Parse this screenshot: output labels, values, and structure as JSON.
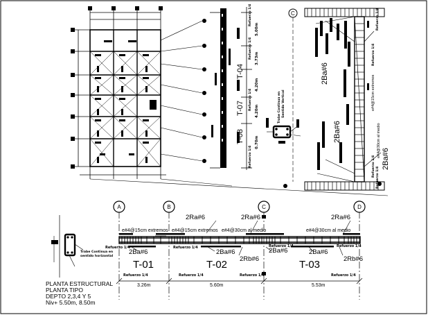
{
  "plan": {
    "title_lines": [
      "PLANTA ESTRUCTURAL",
      "PLANTA TIPO",
      "DEPTO 2,3,4 Y 5",
      "Niv+ 5.50m, 8.50m"
    ]
  },
  "grid": {
    "axes": [
      "A",
      "B",
      "C",
      "D"
    ],
    "spans": [
      "3.26m",
      "5.60m",
      "5.53m"
    ]
  },
  "beam": {
    "segments": [
      "T-01",
      "T-02",
      "T-03"
    ],
    "top_bars": [
      "2Ra#6",
      "2Ra#6",
      "2Ra#6"
    ],
    "bottom_bars": [
      "2Ba#6",
      "2Ba#6",
      "2Ba#6",
      "2Ba#6"
    ],
    "rb_labels": [
      "2Rb#6",
      "2Rb#6"
    ],
    "stirrups": [
      "e#4@15cm extremos",
      "e#4@15cm extremos",
      "e#4@30cm al medio",
      "e#4@30cm al medio"
    ],
    "refuerzo_labels": [
      "Refuerzo 1/4",
      "Refuerzo 1/4",
      "Refuerzo 1/4",
      "Refuerzo 1/4",
      "Refuerzo 1/4",
      "Refuerzo 1/4",
      "Refuerzo 1/4",
      "Refuerzo 1/4"
    ],
    "section_note": [
      "Trabe Continua en",
      "sentido horizontal"
    ]
  },
  "column_elevation": {
    "tags": [
      "T-04",
      "T-07",
      "T-08"
    ],
    "dims": [
      "5.00m",
      "3.73m",
      "4.20m",
      "4.20m",
      "0.70m"
    ],
    "refuerzo": [
      "Refuerzo 1/4",
      "Refuerzo 1/4",
      "Refuerzo 1/4",
      "Refuerzo 1/4"
    ],
    "section_note": [
      "Trabe Continua en",
      "Sentido Vertical"
    ]
  },
  "detail": {
    "marker": "C",
    "bars": [
      "2Ba#6",
      "2Ba#6",
      "2Ba#6"
    ],
    "stirrups": [
      "e#4@30cm al medio",
      "e#4@15cm extremos"
    ],
    "refuerzo": [
      "Refuerzo 1/4",
      "Refuerzo 1/4",
      "Refuerzo 1/4",
      "Refuerzo 1/4"
    ]
  }
}
